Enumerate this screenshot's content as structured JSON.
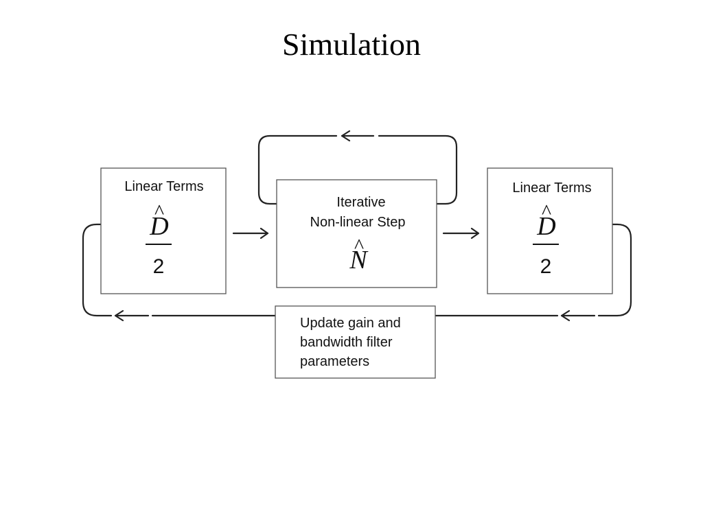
{
  "slide": {
    "title": "Simulation"
  },
  "diagram": {
    "left_box": {
      "label": "Linear Terms",
      "numerator": "D",
      "hat": "^",
      "denominator": "2"
    },
    "center_box": {
      "label_line1": "Iterative",
      "label_line2": "Non-linear Step",
      "symbol": "N",
      "hat": "^"
    },
    "right_box": {
      "label": "Linear Terms",
      "numerator": "D",
      "hat": "^",
      "denominator": "2"
    },
    "update_box": {
      "line1": "Update gain and",
      "line2": "bandwidth filter",
      "line3": "parameters"
    }
  }
}
